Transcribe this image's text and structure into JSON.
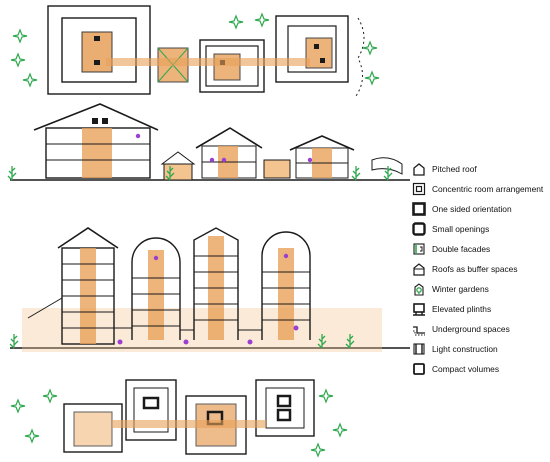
{
  "colors": {
    "ink": "#1a1a1a",
    "wood": "#e8a15a",
    "wood_light": "#f3c48f",
    "plant": "#2fa84f",
    "accent_purple": "#9b3fd1"
  },
  "legend": [
    {
      "icon": "pitched-roof-icon",
      "label": "Pitched roof"
    },
    {
      "icon": "concentric-rooms-icon",
      "label": "Concentric room arrangement"
    },
    {
      "icon": "one-sided-orientation-icon",
      "label": "One sided orientation"
    },
    {
      "icon": "small-openings-icon",
      "label": "Small openings"
    },
    {
      "icon": "double-facades-icon",
      "label": "Double facades"
    },
    {
      "icon": "buffer-roof-icon",
      "label": "Roofs as buffer spaces"
    },
    {
      "icon": "winter-garden-icon",
      "label": "Winter gardens"
    },
    {
      "icon": "elevated-plinth-icon",
      "label": "Elevated plinths"
    },
    {
      "icon": "underground-spaces-icon",
      "label": "Underground spaces"
    },
    {
      "icon": "light-construction-icon",
      "label": "Light construction"
    },
    {
      "icon": "compact-volume-icon",
      "label": "Compact volumes"
    }
  ]
}
